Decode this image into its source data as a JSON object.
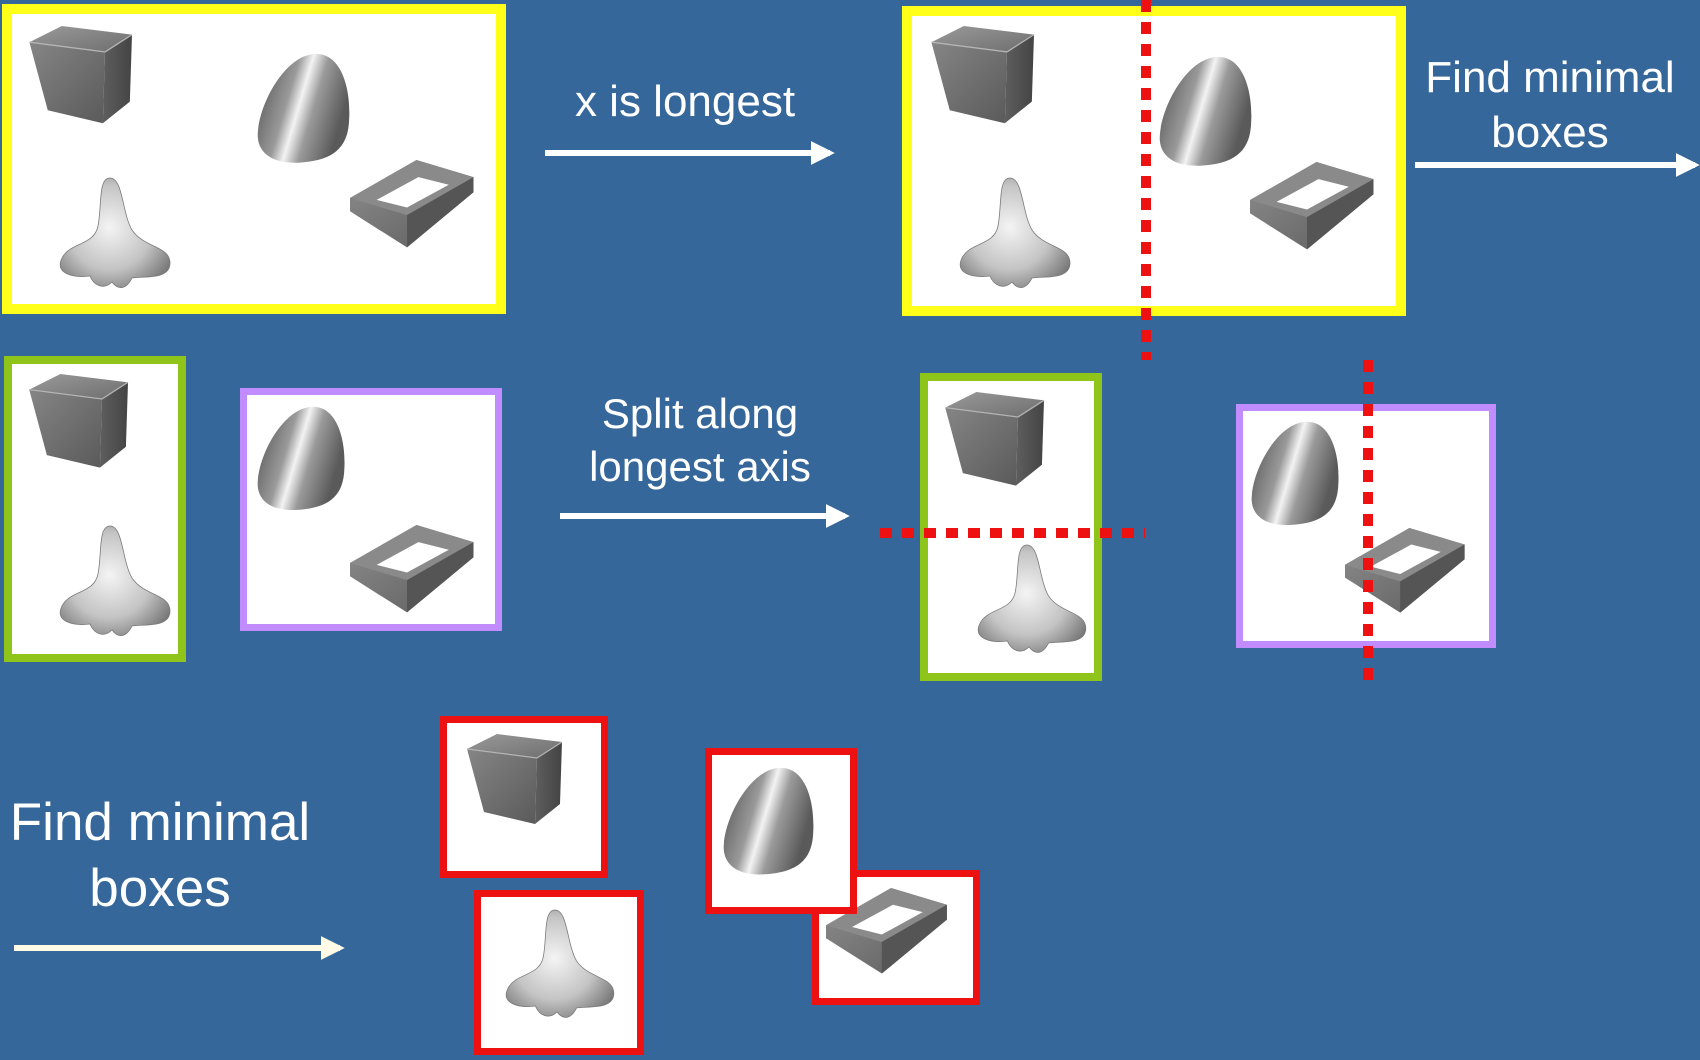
{
  "labels": {
    "step1": "x is longest",
    "step2_line1": "Find minimal",
    "step2_line2": "boxes",
    "step3_line1": "Split along",
    "step3_line2": "longest axis",
    "step4_line1": "Find minimal",
    "step4_line2": "boxes"
  },
  "colors": {
    "background": "#35679a",
    "root_box": "#ffff1a",
    "left_child_box": "#8fc51a",
    "right_child_box": "#c08cff",
    "leaf_box": "#ee1111",
    "split_line": "#ee1111",
    "arrow": "#ffffff",
    "arrow_final": "#fffbe6"
  },
  "shapes": [
    "cube-icon",
    "blob-icon",
    "tetra-blob-icon",
    "frame-icon"
  ]
}
